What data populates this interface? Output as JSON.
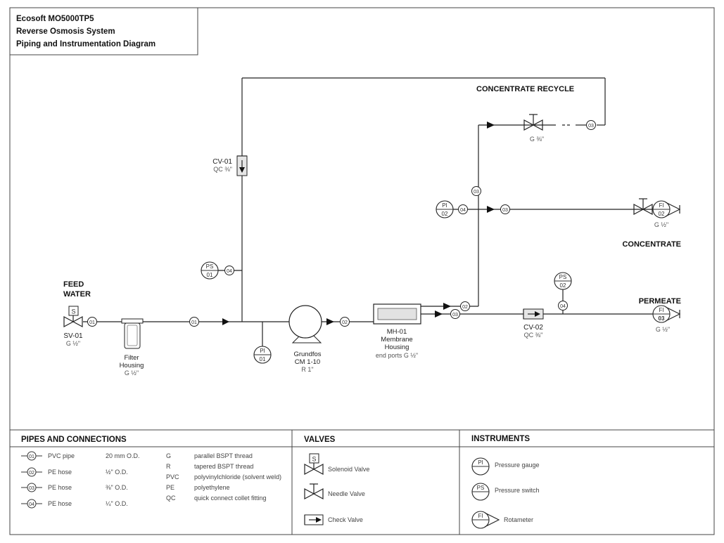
{
  "title_block": {
    "line1": "Ecosoft MO5000TP5",
    "line2": "Reverse Osmosis System",
    "line3": "Piping and Instrumentation Diagram"
  },
  "labels": {
    "feed_water_1": "FEED",
    "feed_water_2": "WATER",
    "concentrate_recycle": "CONCENTRATE RECYCLE",
    "concentrate": "CONCENTRATE",
    "permeate": "PERMEATE"
  },
  "components": {
    "sv01": {
      "tag": "SV-01",
      "size": "G ½\"",
      "symbol": "S"
    },
    "filter": {
      "name1": "Filter",
      "name2": "Housing",
      "size": "G ½\""
    },
    "cv01": {
      "tag": "CV-01",
      "size": "QC ⅜\""
    },
    "pump": {
      "name1": "Grundfos",
      "name2": "CM 1-10",
      "size": "R 1\""
    },
    "mh01": {
      "tag": "MH-01",
      "name1": "Membrane",
      "name2": "Housing",
      "size": "end ports G ½\""
    },
    "cv02": {
      "tag": "CV-02",
      "size": "QC ⅜\""
    },
    "recycle_valve": {
      "size": "G ⅜\""
    },
    "conc_valve": {
      "size": "G ½\""
    },
    "fi03": {
      "size": "G ½\""
    }
  },
  "instruments": {
    "pi01": {
      "type": "PI",
      "num": "01"
    },
    "ps01": {
      "type": "PS",
      "num": "01"
    },
    "pi02": {
      "type": "PI",
      "num": "02"
    },
    "ps02": {
      "type": "PS",
      "num": "02"
    },
    "fi02": {
      "type": "FI",
      "num": "02"
    },
    "fi03": {
      "type": "FI",
      "num": "03"
    }
  },
  "pipe_tags": {
    "p01": "01",
    "p02": "02",
    "p03": "03",
    "p04": "04"
  },
  "legend": {
    "pipes_title": "PIPES AND CONNECTIONS",
    "valves_title": "VALVES",
    "instruments_title": "INSTRUMENTS",
    "pipes": [
      {
        "num": "01",
        "name": "PVC pipe",
        "size": "20 mm O.D."
      },
      {
        "num": "02",
        "name": "PE hose",
        "size": "½\" O.D."
      },
      {
        "num": "03",
        "name": "PE hose",
        "size": "⅜\" O.D."
      },
      {
        "num": "04",
        "name": "PE hose",
        "size": "¼\" O.D."
      }
    ],
    "abbreviations": [
      {
        "abbr": "G",
        "meaning": "parallel BSPT thread"
      },
      {
        "abbr": "R",
        "meaning": "tapered BSPT thread"
      },
      {
        "abbr": "PVC",
        "meaning": "polyvinylchloride (solvent weld)"
      },
      {
        "abbr": "PE",
        "meaning": "polyethylene"
      },
      {
        "abbr": "QC",
        "meaning": "quick connect collet fitting"
      }
    ],
    "valves": [
      {
        "name": "Solenoid Valve"
      },
      {
        "name": "Needle Valve"
      },
      {
        "name": "Check Valve"
      }
    ],
    "instruments": [
      {
        "code": "PI",
        "name": "Pressure gauge"
      },
      {
        "code": "PS",
        "name": "Pressure switch"
      },
      {
        "code": "FI",
        "name": "Rotameter"
      }
    ]
  }
}
